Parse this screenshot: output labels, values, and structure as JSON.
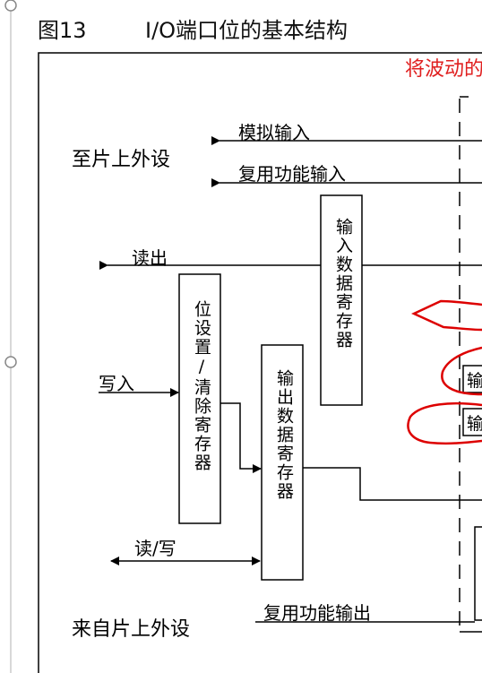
{
  "figure": {
    "number": "图13",
    "title": "I/O端口位的基本结构"
  },
  "annotation": "将波动的",
  "labels": {
    "to_onchip_peripheral": "至片上外设",
    "analog_input": "模拟输入",
    "alt_function_input": "复用功能输入",
    "read_out": "读出",
    "write_in": "写入",
    "read_write": "读/写",
    "from_onchip_peripheral": "来自片上外设",
    "alt_function_output": "复用功能输出",
    "partial_input_1": "输",
    "partial_input_2": "输"
  },
  "blocks": {
    "input_data_register": "输入数据寄存器",
    "bit_set_reset_register": "位设置/清除寄存器",
    "output_data_register": "输出数据寄存器"
  },
  "colors": {
    "annotation": "#e02020",
    "handwriting": "#dd0000",
    "lines": "#000000"
  }
}
